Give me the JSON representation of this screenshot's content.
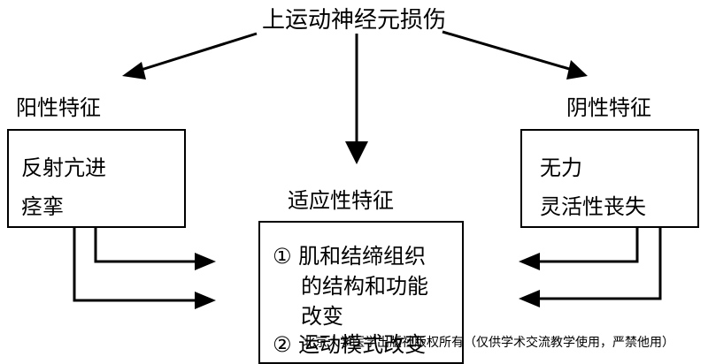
{
  "title": "上运动神经元损伤",
  "positive": {
    "heading": "阳性特征",
    "items": [
      "反射亢进",
      "痉挛"
    ]
  },
  "negative": {
    "heading": "阴性特征",
    "items": [
      "无力",
      "灵活性丧失"
    ]
  },
  "adaptive": {
    "heading": "适应性特征",
    "items": [
      "① 肌和结缔组织",
      "的结构和功能",
      "改变",
      "② 运动模式改变"
    ]
  },
  "watermark": "北京大学医学出版社版权所有（仅供学术交流教学使用，严禁他用）"
}
